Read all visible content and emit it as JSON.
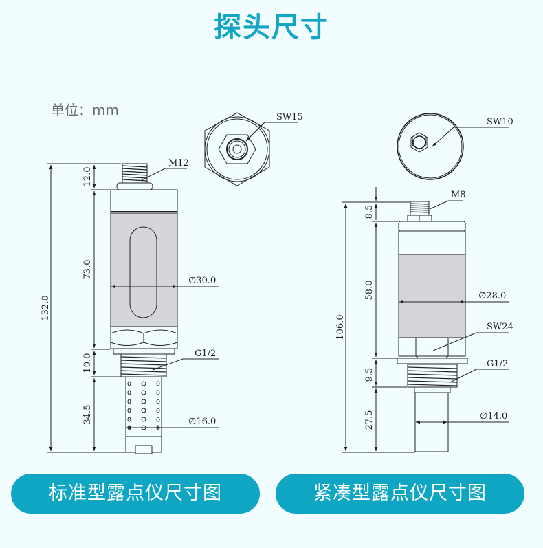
{
  "page": {
    "title": "探头尺寸",
    "unit_label": "单位：mm",
    "background_color": "#f2fdff",
    "accent_color": "#12a5c4"
  },
  "standard_probe": {
    "caption": "标准型露点仪尺寸图",
    "top_view": {
      "wrench_label": "SW15"
    },
    "side_view": {
      "thread_top_label": "M12",
      "thread_bottom_label": "G1/2",
      "body_diameter_label": "∅30.0",
      "filter_diameter_label": "∅16.0",
      "dim_total": "132.0",
      "dim_top_thread": "12.0",
      "dim_body": "73.0",
      "dim_bottom_thread": "10.0",
      "dim_filter": "34.5"
    }
  },
  "compact_probe": {
    "caption": "紧凑型露点仪尺寸图",
    "top_view": {
      "wrench_label": "SW10"
    },
    "side_view": {
      "thread_top_label": "M8",
      "hex_label": "SW24",
      "thread_bottom_label": "G1/2",
      "body_diameter_label": "∅28.0",
      "filter_diameter_label": "∅14.0",
      "dim_total": "106.0",
      "dim_top_thread": "8.5",
      "dim_body": "58.0",
      "dim_bottom_thread": "9.5",
      "dim_filter": "27.5"
    }
  }
}
